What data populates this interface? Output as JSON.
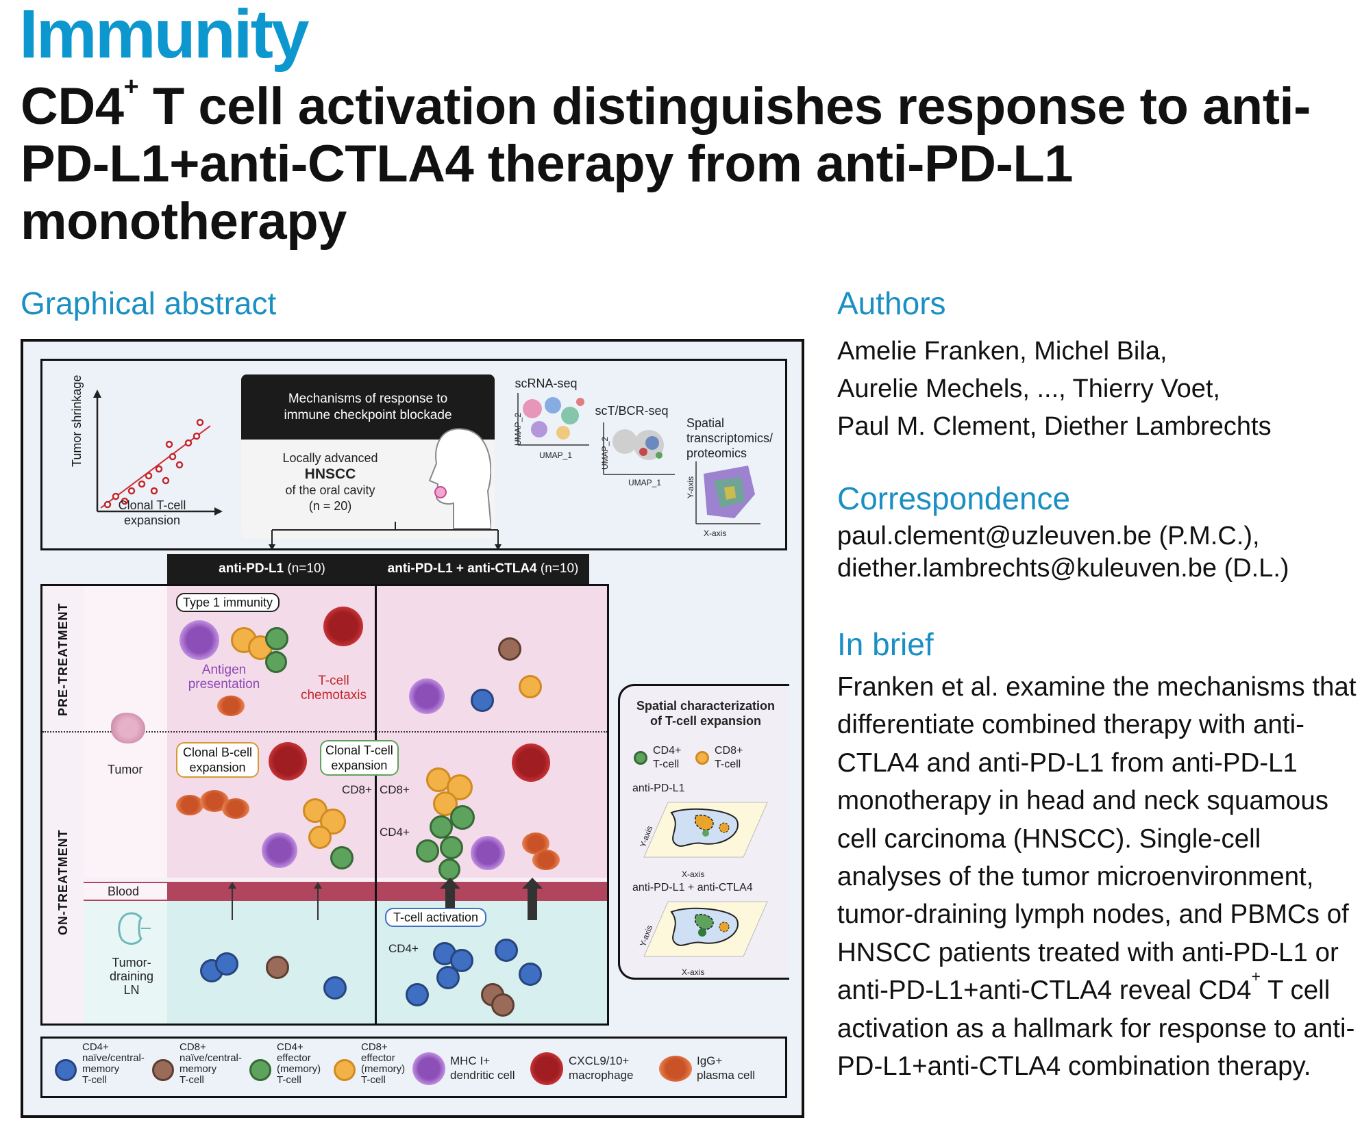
{
  "journal": "Immunity",
  "title": {
    "pre": "CD4",
    "sup": "+",
    "post": " T cell activation distinguishes response to anti-PD-L1+anti-CTLA4 therapy from anti-PD-L1 monotherapy"
  },
  "sections": {
    "graphical_abstract": "Graphical abstract",
    "authors": "Authors",
    "correspondence": "Correspondence",
    "in_brief": "In brief"
  },
  "authors": {
    "line1": "Amelie Franken, Michel Bila,",
    "line2": "Aurelie Mechels, ..., Thierry Voet,",
    "line3": "Paul M. Clement, Diether Lambrechts"
  },
  "correspondence": {
    "line1": "paul.clement@uzleuven.be (P.M.C.),",
    "line2": "diether.lambrechts@kuleuven.be (D.L.)"
  },
  "in_brief": {
    "part1": "Franken et al. examine the mechanisms that differentiate combined therapy with anti-CTLA4 and anti-PD-L1 from anti-PD-L1 monotherapy in head and neck squamous cell carcinoma (HNSCC). Single-cell analyses of the tumor microenvironment, tumor-draining lymph nodes, and PBMCs of HNSCC patients treated with anti-PD-L1 or anti-PD-L1+anti-CTLA4 reveal CD4",
    "sup": "+",
    "part2": " T cell activation as a hallmark for response to anti-PD-L1+anti-CTLA4 combination therapy."
  },
  "abstract": {
    "scatter": {
      "ylabel": "Tumor shrinkage",
      "xlabel_1": "Clonal T-cell",
      "xlabel_2": "expansion"
    },
    "mechanisms": {
      "head_1": "Mechanisms of response to",
      "head_2": "immune checkpoint blockade",
      "body_1": "Locally advanced",
      "body_2": "HNSCC",
      "body_3": "of the oral cavity",
      "body_4": "(n = 20)"
    },
    "scrna": {
      "title": "scRNA-seq",
      "xaxis": "UMAP_1",
      "yaxis": "UMAP_2"
    },
    "sctbcr": {
      "title": "scT/BCR-seq",
      "xaxis": "UMAP_1",
      "yaxis": "UMAP_2"
    },
    "spatial": {
      "title_1": "Spatial",
      "title_2": "transcriptomics/",
      "title_3": "proteomics",
      "xaxis": "X-axis",
      "yaxis": "Y-axis"
    },
    "columns": {
      "left_bold": "anti-PD-L1",
      "left_n": " (n=10)",
      "right_bold": "anti-PD-L1 + anti-CTLA4",
      "right_n": " (n=10)"
    },
    "rows": {
      "pre": "PRE-TREATMENT",
      "on": "ON-TREATMENT"
    },
    "sites": {
      "tumor": "Tumor",
      "blood": "Blood",
      "ln_1": "Tumor-",
      "ln_2": "draining",
      "ln_3": "LN"
    },
    "labels": {
      "type1": "Type 1 immunity",
      "antigen_1": "Antigen",
      "antigen_2": "presentation",
      "chemo_1": "T-cell",
      "chemo_2": "chemotaxis",
      "clonal_b_1": "Clonal B-cell",
      "clonal_b_2": "expansion",
      "clonal_t_1": "Clonal T-cell",
      "clonal_t_2": "expansion",
      "cd8_a": "CD8+",
      "cd8_b": "CD8+",
      "cd4_a": "CD4+",
      "tcell_activation": "T-cell activation",
      "cd4_ln": "CD4+"
    },
    "spatial_panel": {
      "title_1": "Spatial characterization",
      "title_2": "of T-cell expansion",
      "cd4": "CD4+",
      "cd4_sub": "T-cell",
      "cd8": "CD8+",
      "cd8_sub": "T-cell",
      "map1": "anti-PD-L1",
      "map2": "anti-PD-L1 + anti-CTLA4",
      "xaxis": "X-axis",
      "yaxis": "Y-axis"
    },
    "legend": [
      {
        "l1": "CD4+",
        "l2": "naïve/central-",
        "l3": "memory",
        "l4": "T-cell"
      },
      {
        "l1": "CD8+",
        "l2": "naïve/central-",
        "l3": "memory",
        "l4": "T-cell"
      },
      {
        "l1": "CD4+",
        "l2": "effector",
        "l3": "(memory)",
        "l4": "T-cell"
      },
      {
        "l1": "CD8+",
        "l2": "effector",
        "l3": "(memory)",
        "l4": "T-cell"
      },
      {
        "l1": "MHC I+",
        "l2": "dendritic cell"
      },
      {
        "l1": "CXCL9/10+",
        "l2": "macrophage"
      },
      {
        "l1": "IgG+",
        "l2": "plasma cell"
      }
    ]
  },
  "colors": {
    "journal_blue": "#0c97cf",
    "section_blue": "#1a8fc4",
    "tumor_bg": "#f4dbe9",
    "blood": "#b2455e",
    "ln_bg": "#d7efee",
    "cd4_naive": "#3f6fc2",
    "cd8_naive": "#9a6b58",
    "cd4_effector": "#5da25d",
    "cd8_effector": "#f2b247",
    "dendritic": "#8c4fb8",
    "macrophage": "#a01e22",
    "plasma": "#c95326"
  }
}
